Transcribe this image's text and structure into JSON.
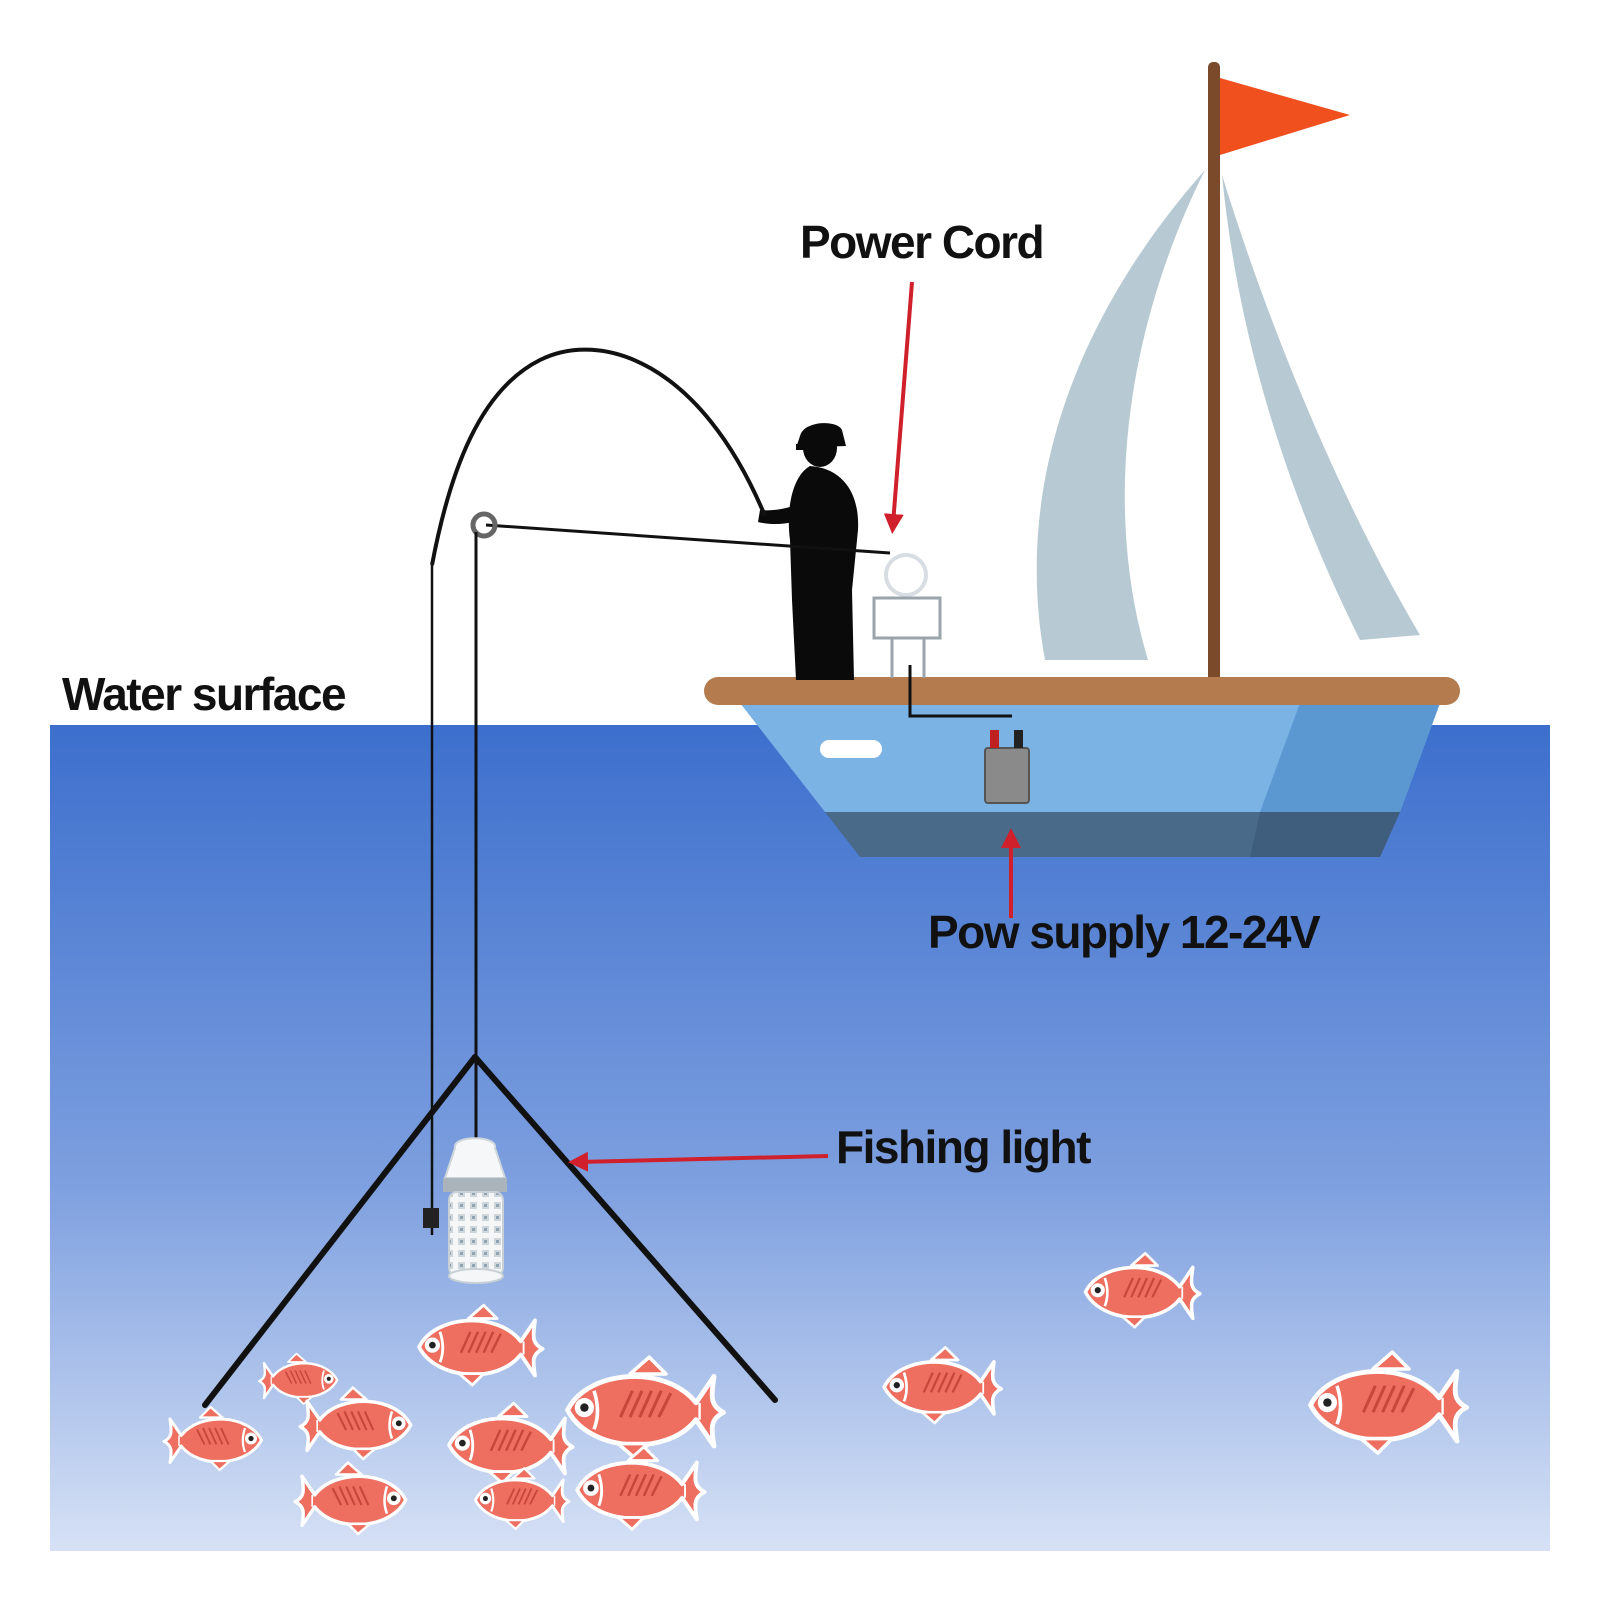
{
  "labels": {
    "power_cord": "Power Cord",
    "water_surface": "Water surface",
    "power_supply": "Pow supply 12-24V",
    "fishing_light": "Fishing light"
  },
  "colors": {
    "water_top": "#3c6fcd",
    "water_bottom": "#d2def5",
    "boat_hull": "#7ab3e4",
    "boat_hull_side": "#5b98d2",
    "boat_keel": "#4a6a8a",
    "boat_deck": "#b47c4e",
    "sail": "#b7c9d3",
    "mast": "#7a4a2a",
    "flag": "#f0501e",
    "arrow": "#d0202c",
    "fish_body": "#ee6e60",
    "battery": "#8a8a8a"
  },
  "icons": [
    "fisherman-silhouette",
    "sailboat",
    "battery-icon",
    "led-fishing-light",
    "fish-icon"
  ]
}
